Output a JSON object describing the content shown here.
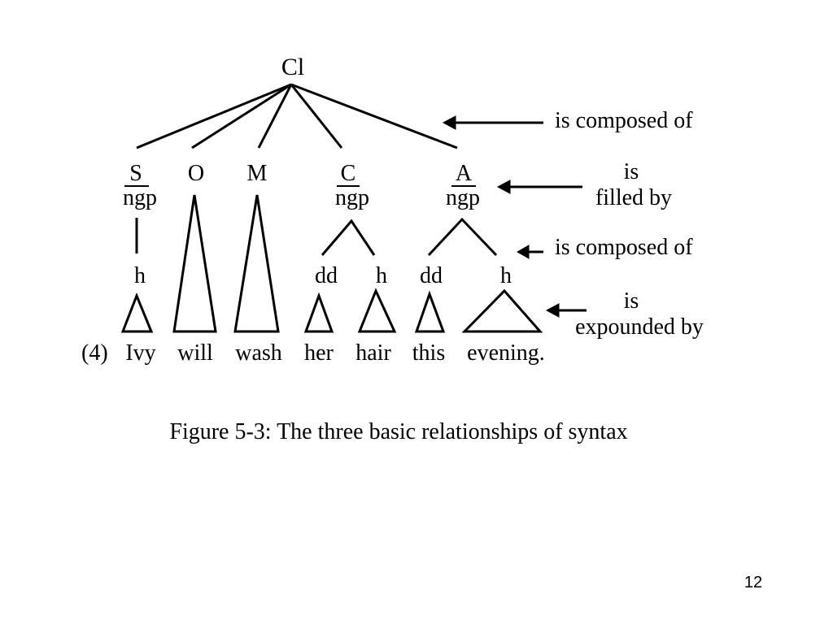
{
  "tree": {
    "root": "Cl",
    "elements": [
      {
        "label": "S",
        "class": "ngp"
      },
      {
        "label": "O"
      },
      {
        "label": "M"
      },
      {
        "label": "C",
        "class": "ngp"
      },
      {
        "label": "A",
        "class": "ngp"
      }
    ],
    "constituents": {
      "subject_head": "h",
      "complement_modifier": "dd",
      "complement_head": "h",
      "adjunct_modifier": "dd",
      "adjunct_head": "h"
    },
    "example_number": "(4)",
    "words": [
      "Ivy",
      "will",
      "wash",
      "her",
      "hair",
      "this",
      "evening."
    ]
  },
  "relations": {
    "composed_1": "is composed of",
    "filled_1": "is",
    "filled_2": "filled by",
    "composed_2": "is composed of",
    "expounded_1": "is",
    "expounded_2": "expounded by"
  },
  "caption": "Figure 5-3: The three basic relationships of syntax",
  "page_number": "12"
}
